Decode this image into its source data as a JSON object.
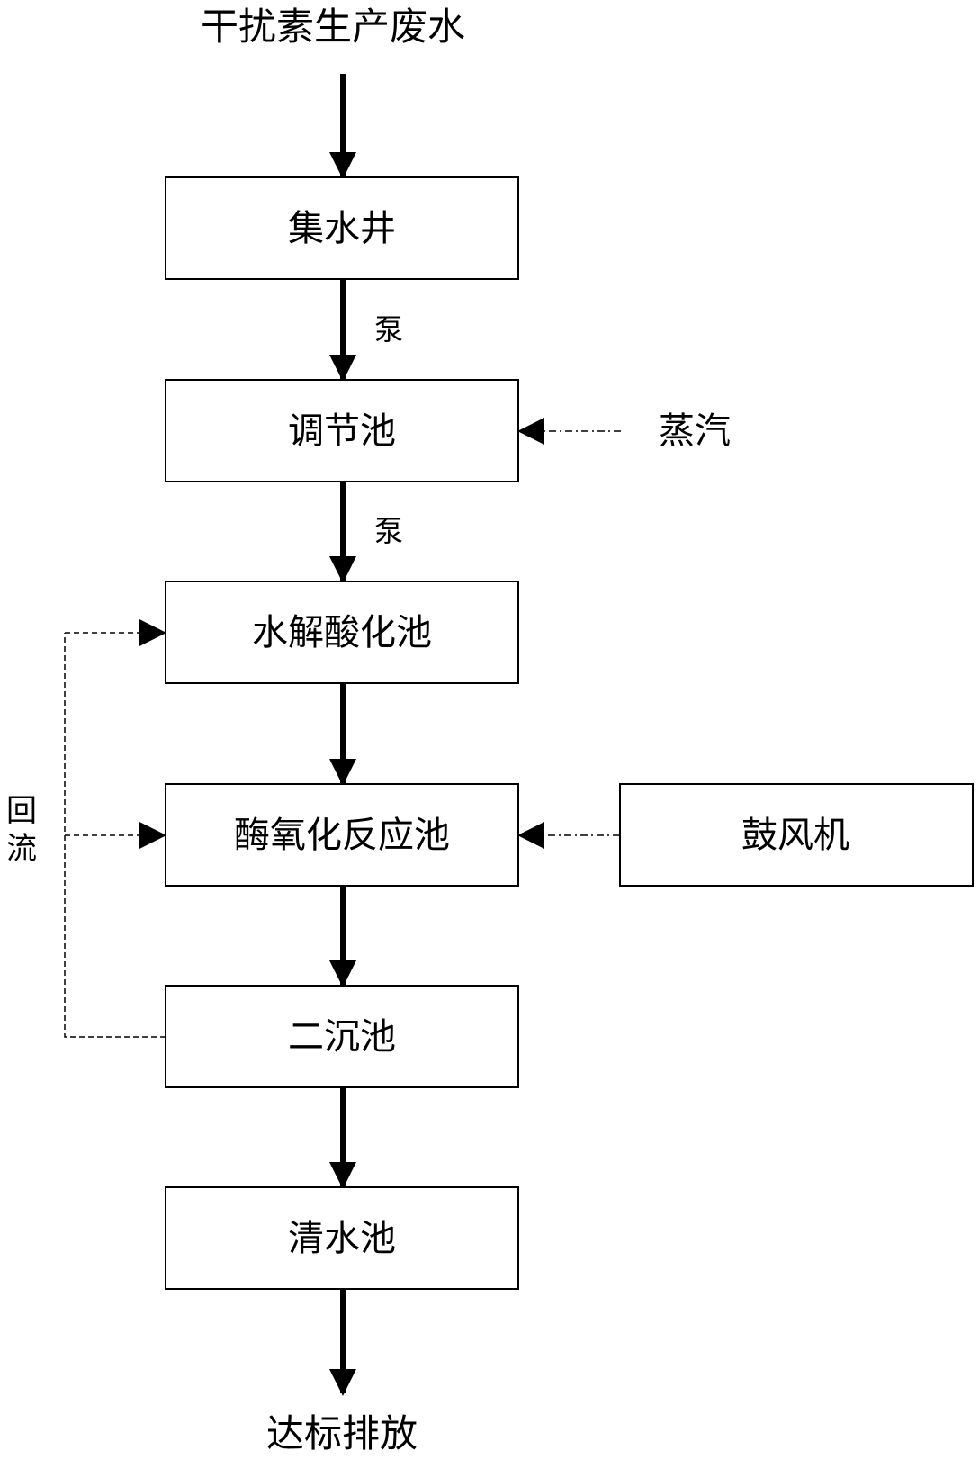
{
  "input_label": "干扰素生产废水",
  "output_label": "达标排放",
  "nodes": [
    {
      "id": "collection-well",
      "label": "集水井"
    },
    {
      "id": "regulating-tank",
      "label": "调节池"
    },
    {
      "id": "hydrolysis-acidification-tank",
      "label": "水解酸化池"
    },
    {
      "id": "enzyme-oxidation-tank",
      "label": "酶氧化反应池"
    },
    {
      "id": "secondary-sedimentation-tank",
      "label": "二沉池"
    },
    {
      "id": "clear-water-tank",
      "label": "清水池"
    }
  ],
  "edge_labels": {
    "pump_1": "泵",
    "pump_2": "泵"
  },
  "side_inputs": {
    "steam": "蒸汽",
    "blower": "鼓风机"
  },
  "recycle_label": [
    "回",
    "流"
  ]
}
